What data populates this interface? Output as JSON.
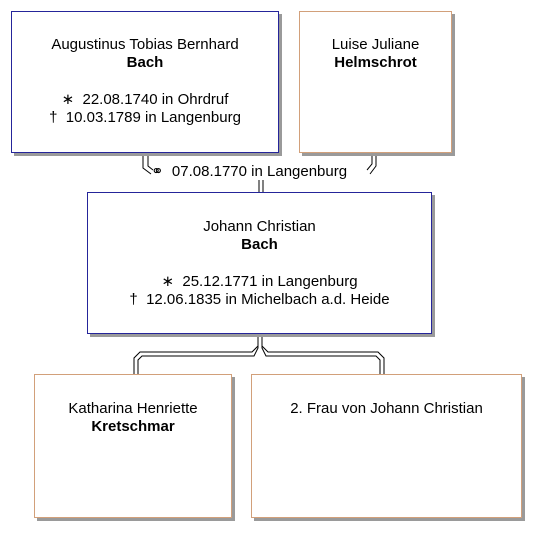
{
  "father": {
    "given": "Augustinus Tobias Bernhard",
    "surname": "Bach",
    "birth_symbol": "∗",
    "birth": "22.08.1740 in Ohrdruf",
    "death_symbol": "†",
    "death": "10.03.1789 in Langenburg"
  },
  "mother": {
    "given": "Luise Juliane",
    "surname": "Helmschrot"
  },
  "marriage": {
    "symbol": "⚭",
    "text": "07.08.1770 in Langenburg"
  },
  "subject": {
    "given": "Johann Christian",
    "surname": "Bach",
    "birth_symbol": "∗",
    "birth": "25.12.1771 in Langenburg",
    "death_symbol": "†",
    "death": "12.06.1835 in Michelbach a.d. Heide"
  },
  "spouse1": {
    "given": "Katharina Henriette",
    "surname": "Kretschmar"
  },
  "spouse2": {
    "given": "2. Frau von Johann Christian"
  },
  "colors": {
    "male_border": "#25259a",
    "female_border": "#d2a07a",
    "shadow": "#9a9a9a"
  }
}
